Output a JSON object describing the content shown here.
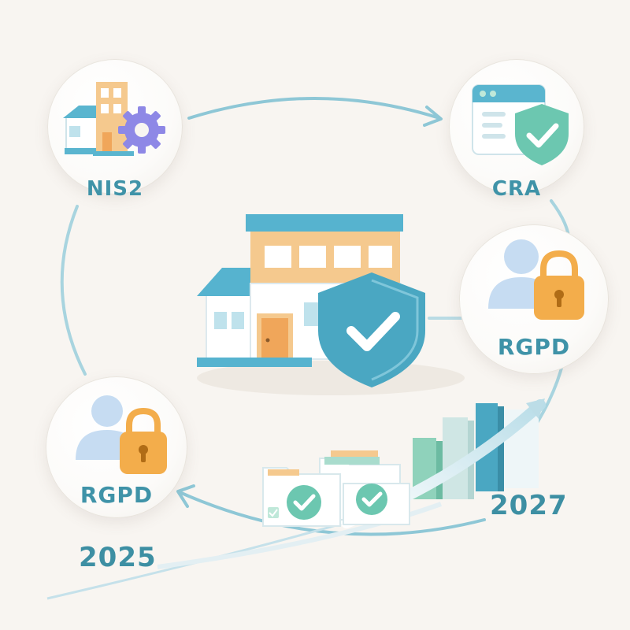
{
  "nodes": {
    "nis2": {
      "label": "NIS2"
    },
    "cra": {
      "label": "CRA"
    },
    "rgpd_right": {
      "label": "RGPD"
    },
    "rgpd_left": {
      "label": "RGPD"
    }
  },
  "timeline": {
    "start_year": "2025",
    "end_year": "2027"
  },
  "colors": {
    "accent_teal": "#4aa7c2",
    "label_teal": "#3f93a8",
    "check_green": "#6cc7b0",
    "building_orange": "#f5c98e",
    "building_blue": "#56b3cf",
    "gear_purple": "#8e88e6",
    "lock_orange": "#f3ad4b",
    "person_blue": "#c6dcf2",
    "background": "#f8f5f1"
  }
}
